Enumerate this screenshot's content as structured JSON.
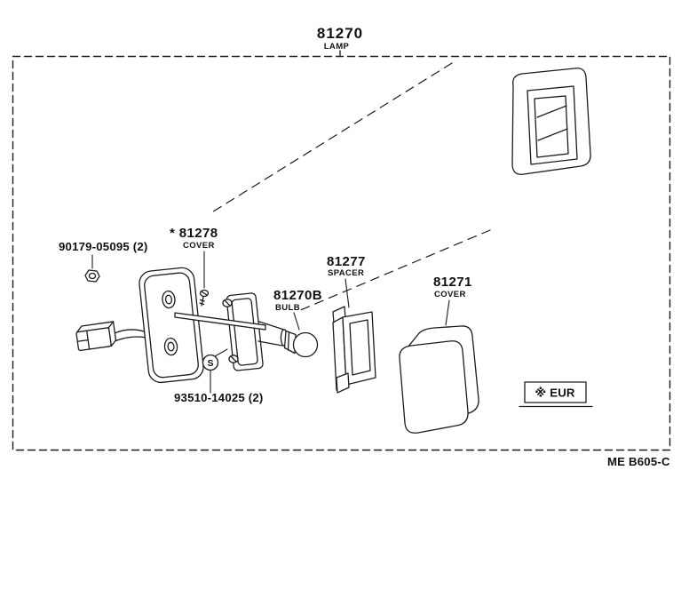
{
  "page": {
    "background": "#ffffff",
    "ink": "#1c1c1c"
  },
  "title": {
    "number": "81270",
    "name": "LAMP"
  },
  "parts": [
    {
      "number": "90179-05095 (2)",
      "name": ""
    },
    {
      "number": "* 81278",
      "name": "COVER"
    },
    {
      "number": "81277",
      "name": "SPACER"
    },
    {
      "number": "81270B",
      "name": "BULB"
    },
    {
      "number": "81271",
      "name": "COVER"
    },
    {
      "number": "93510-14025 (2)",
      "name": ""
    }
  ],
  "symbols": {
    "screw": "S"
  },
  "region_box": {
    "label": "※ EUR"
  },
  "footer_code": "ME B605-C"
}
